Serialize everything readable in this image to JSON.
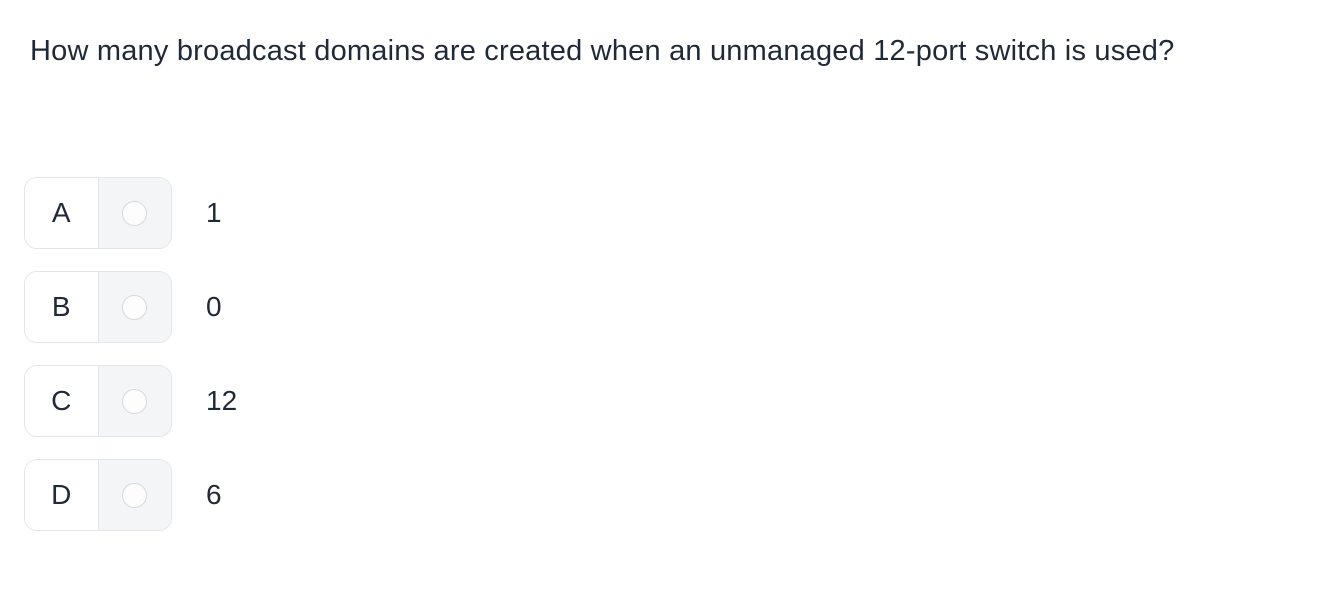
{
  "question": {
    "text": "How many broadcast domains are created when an unmanaged 12-port switch is used?"
  },
  "options": [
    {
      "letter": "A",
      "answer": "1",
      "selected": false
    },
    {
      "letter": "B",
      "answer": "0",
      "selected": false
    },
    {
      "letter": "C",
      "answer": "12",
      "selected": false
    },
    {
      "letter": "D",
      "answer": "6",
      "selected": false
    }
  ],
  "colors": {
    "page_bg": "#ffffff",
    "text_color": "#1f2937",
    "pill_border": "#e3e6ea",
    "radio_cell_bg": "#f4f5f7",
    "radio_bg": "#fdfdfd",
    "radio_border": "#d6d9dd"
  }
}
